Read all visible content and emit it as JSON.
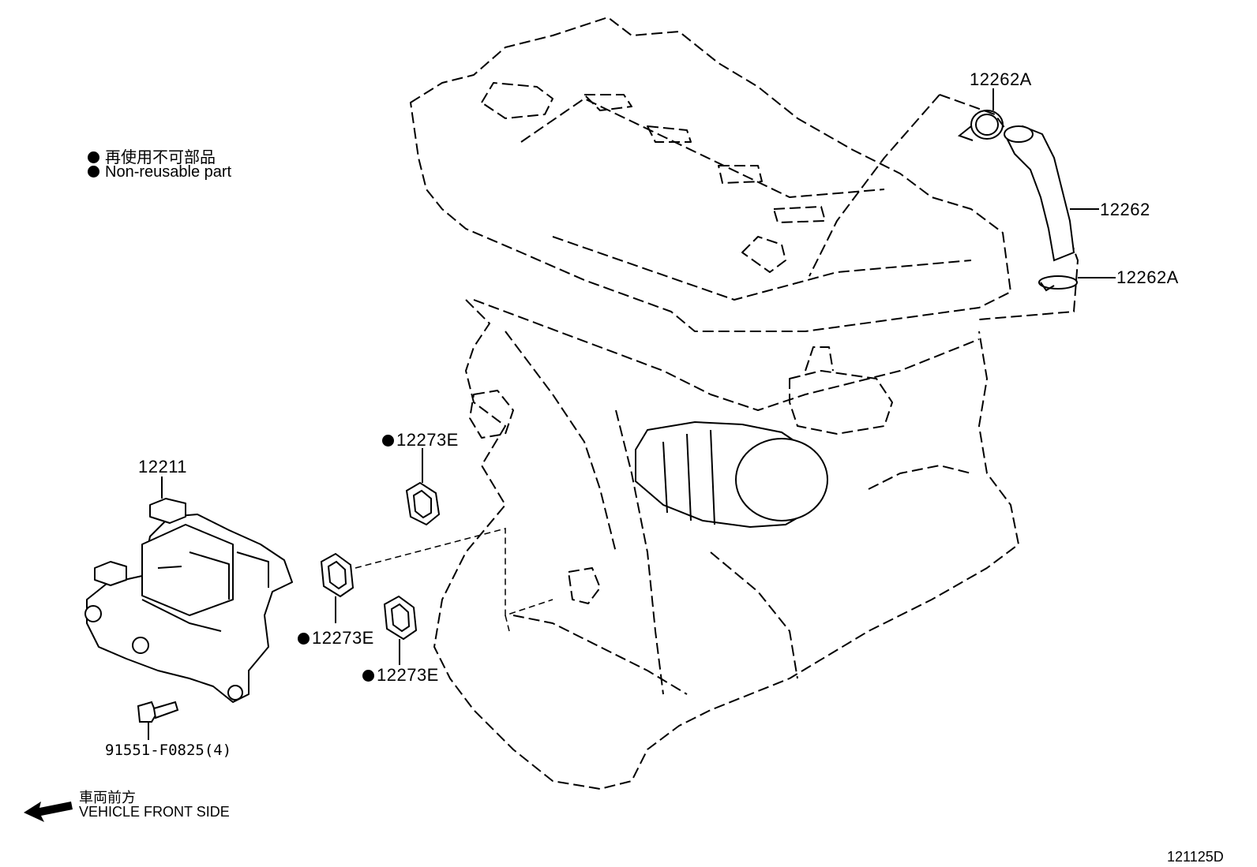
{
  "legend": {
    "jp": "再使用不可部品",
    "en": "Non-reusable part"
  },
  "parts": {
    "p12262A_top": "12262A",
    "p12262": "12262",
    "p12262A_bottom": "12262A",
    "p12273E_top": "12273E",
    "p12273E_mid": "12273E",
    "p12273E_bottom": "12273E",
    "p12211": "12211",
    "p91551": "91551-F0825(4)"
  },
  "direction": {
    "jp": "車両前方",
    "en": "VEHICLE FRONT SIDE"
  },
  "diagram_id": "121125D"
}
